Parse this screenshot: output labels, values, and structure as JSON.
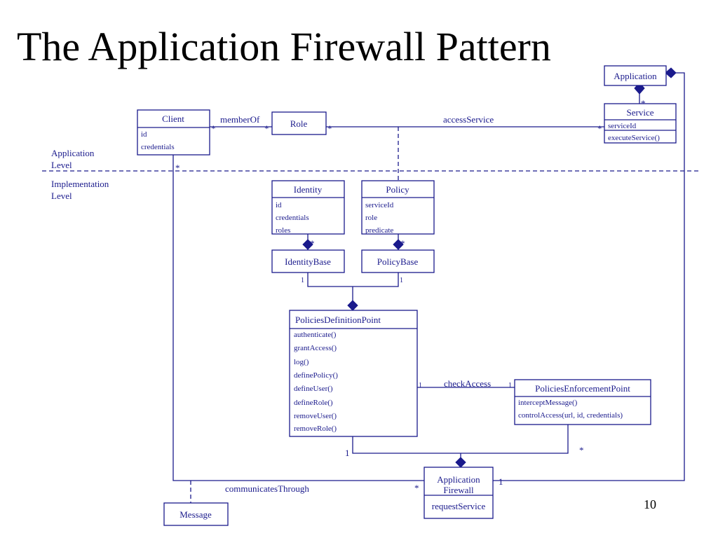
{
  "title": "The Application Firewall Pattern",
  "page_number": "10",
  "levels": {
    "application": [
      "Application",
      "Level"
    ],
    "implementation": [
      "Implementation",
      "Level"
    ]
  },
  "classes": {
    "application": {
      "name": "Application"
    },
    "service": {
      "name": "Service",
      "attributes": [
        "serviceId",
        "executeService()"
      ]
    },
    "client": {
      "name": "Client",
      "attributes": [
        "id",
        "credentials"
      ]
    },
    "role": {
      "name": "Role"
    },
    "identity": {
      "name": "Identity",
      "attributes": [
        "id",
        "credentials",
        "roles"
      ]
    },
    "policy": {
      "name": "Policy",
      "attributes": [
        "serviceId",
        "role",
        "predicate"
      ]
    },
    "identity_base": {
      "name": "IdentityBase"
    },
    "policy_base": {
      "name": "PolicyBase"
    },
    "pdp": {
      "name": "PoliciesDefinitionPoint",
      "operations": [
        "authenticate()",
        "grantAccess()",
        "log()",
        "definePolicy()",
        "defineUser()",
        "defineRole()",
        "removeUser()",
        "removeRole()"
      ]
    },
    "pep": {
      "name": "PoliciesEnforcementPoint",
      "operations": [
        "interceptMessage()",
        "controlAccess(url, id, credentials)"
      ]
    },
    "firewall": {
      "name": [
        "Application",
        "Firewall"
      ],
      "operations": [
        "requestService"
      ]
    },
    "message": {
      "name": "Message"
    }
  },
  "associations": {
    "member_of": "memberOf",
    "access_service": "accessService",
    "check_access": "checkAccess",
    "communicates_through": "communicatesThrough"
  },
  "multiplicities": {
    "many": "*",
    "one": "1"
  }
}
